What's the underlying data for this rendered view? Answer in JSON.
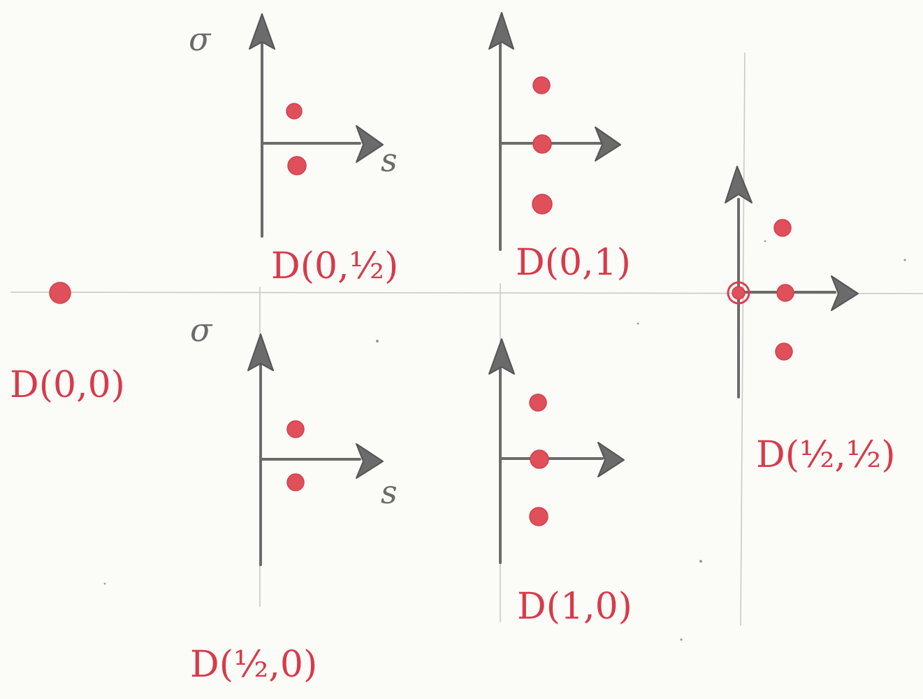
{
  "colors": {
    "background": "#fbfbf8",
    "axis": "#6b6b6b",
    "weight": "#e0505a",
    "guide": "#c9c9c9",
    "label": "#d83a4a"
  },
  "axis_labels": {
    "sigma": "σ",
    "s": "s"
  },
  "diagrams": {
    "d00": {
      "label": "D(0,0)"
    },
    "d0_half": {
      "label": "D(0,½)"
    },
    "d01": {
      "label": "D(0,1)"
    },
    "dhalf_half": {
      "label": "D(½,½)"
    },
    "dhalf_0": {
      "label": "D(½,0)"
    },
    "d10": {
      "label": "D(1,0)"
    }
  }
}
